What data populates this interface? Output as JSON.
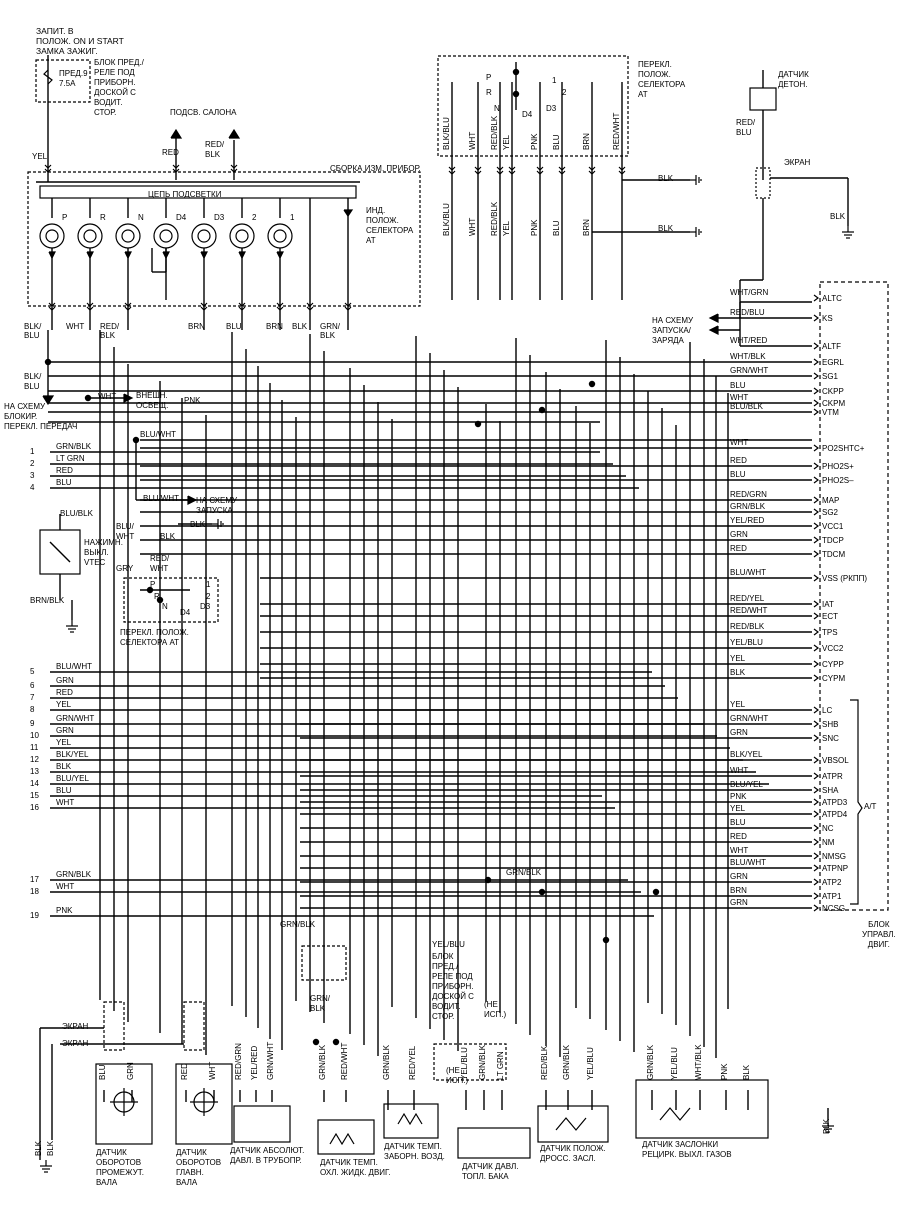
{
  "top_left": {
    "ign": "ЗАПИТ. В\nПОЛОЖ. ON И START\nЗАМКА ЗАЖИГ.",
    "fuse_label": "ПРЕД.9\n7.5A",
    "fuse_block": "БЛОК ПРЕД./\nРЕЛЕ ПОД\nПРИБОРН.\nДОСКОЙ С\nВОДИТ.\nСТОР.",
    "yel": "YEL",
    "salon": "ПОДСВ. САЛОНА",
    "red": "RED",
    "red_blk": "RED/\nBLK"
  },
  "cluster": {
    "title": "СБОРКА ИЗМ. ПРИБОР.",
    "backlight": "ЦЕПЬ ПОДСВЕТКИ",
    "indicator": "ИНД.\nПОЛОЖ.\nСЕЛЕКТОРА\nАТ",
    "lamps": [
      "P",
      "R",
      "N",
      "D4",
      "D3",
      "2",
      "1"
    ],
    "wires": [
      "BLK/\nBLU",
      "WHT",
      "RED/\nBLK",
      "BRN",
      "BLU",
      "BRN",
      "BLK",
      "GRN/\nBLK"
    ]
  },
  "selector_top": {
    "title": "ПЕРЕКЛ.\nПОЛОЖ.\nСЕЛЕКТОРА\nАТ",
    "pins": [
      "P",
      "R",
      "N",
      "D4",
      "D3",
      "1",
      "2"
    ],
    "wires": [
      "BLK/BLU",
      "WHT",
      "RED/BLK",
      "YEL",
      "PNK",
      "BLU",
      "BRN",
      "RED/WHT"
    ],
    "lower": [
      "BLK/BLU",
      "WHT",
      "RED/BLK",
      "YEL",
      "PNK",
      "BLU",
      "BRN"
    ],
    "blk": "BLK"
  },
  "knock": {
    "title": "ДАТЧИК\nДЕТОН.",
    "wire": "RED/\nBLU",
    "screen": "ЭКРАН",
    "blk": "BLK"
  },
  "left_mid": {
    "blk_blu": "BLK/\nBLU",
    "to_interlock": "НА СХЕМУ\nБЛОКИР.\nПЕРЕКЛ. ПЕРЕДАЧ",
    "wht": "WHT",
    "ext_light": "ВНЕШН.\nОСВЕЩ.",
    "pnk": "PNK",
    "blu_wht": "BLU/WHT",
    "blu_wht2": "BLU/WHT",
    "to_start": "НА СХЕМУ\nЗАПУСКА",
    "blu_blk": "BLU/BLK",
    "blu_wht3": "BLU/\nWHT",
    "vtec": "НАЖИМН.\nВЫКЛ.\nVTEC",
    "brn_blk": "BRN/BLK",
    "blk": "BLK",
    "red_wht": "RED/\nWHT",
    "gry": "GRY",
    "sel2_title": "ПЕРЕКЛ. ПОЛОЖ.\nСЕЛЕКТОРА АТ",
    "sel2_pins": [
      "P",
      "R",
      "N",
      "D4",
      "1",
      "2",
      "D3"
    ]
  },
  "numbered_wires": [
    {
      "n": "1",
      "label": "GRN/BLK"
    },
    {
      "n": "2",
      "label": "LT GRN"
    },
    {
      "n": "3",
      "label": "RED"
    },
    {
      "n": "4",
      "label": "BLU"
    },
    {
      "n": "5",
      "label": "BLU/WHT"
    },
    {
      "n": "6",
      "label": "GRN"
    },
    {
      "n": "7",
      "label": "RED"
    },
    {
      "n": "8",
      "label": "YEL"
    },
    {
      "n": "9",
      "label": "GRN/WHT"
    },
    {
      "n": "10",
      "label": "GRN"
    },
    {
      "n": "11",
      "label": "YEL"
    },
    {
      "n": "12",
      "label": "BLK/YEL"
    },
    {
      "n": "13",
      "label": "BLK"
    },
    {
      "n": "14",
      "label": "BLU/YEL"
    },
    {
      "n": "15",
      "label": "BLU"
    },
    {
      "n": "16",
      "label": "WHT"
    },
    {
      "n": "17",
      "label": "GRN/BLK"
    },
    {
      "n": "18",
      "label": "WHT"
    },
    {
      "n": "19",
      "label": "PNK"
    }
  ],
  "ecu": {
    "title": "БЛОК\nУПРАВЛ.\nДВИГ.",
    "start_charge": "НА СХЕМУ\nЗАПУСКА/\nЗАРЯДА",
    "at": "A/T",
    "pins": [
      {
        "wire": "WHT/GRN",
        "pin": "ALTC"
      },
      {
        "wire": "RED/BLU",
        "pin": "KS"
      },
      {
        "wire": "WHT/RED",
        "pin": "ALTF"
      },
      {
        "wire": "WHT/BLK",
        "pin": "EGRL"
      },
      {
        "wire": "GRN/WHT",
        "pin": "SG1"
      },
      {
        "wire": "BLU",
        "pin": "CKPP"
      },
      {
        "wire": "WHT",
        "pin": "CKPM"
      },
      {
        "wire": "BLU/BLK",
        "pin": "VTM"
      },
      {
        "wire": "WHT",
        "pin": "PO2SHTC+"
      },
      {
        "wire": "RED",
        "pin": "PHO2S+"
      },
      {
        "wire": "BLU",
        "pin": "PHO2S–"
      },
      {
        "wire": "RED/GRN",
        "pin": "MAP"
      },
      {
        "wire": "GRN/BLK",
        "pin": "SG2"
      },
      {
        "wire": "YEL/RED",
        "pin": "VCC1"
      },
      {
        "wire": "GRN",
        "pin": "TDCP"
      },
      {
        "wire": "RED",
        "pin": "TDCM"
      },
      {
        "wire": "BLU/WHT",
        "pin": "VSS (РКПП)"
      },
      {
        "wire": "RED/YEL",
        "pin": "IAT"
      },
      {
        "wire": "RED/WHT",
        "pin": "ECT"
      },
      {
        "wire": "RED/BLK",
        "pin": "TPS"
      },
      {
        "wire": "YEL/BLU",
        "pin": "VCC2"
      },
      {
        "wire": "YEL",
        "pin": "CYPP"
      },
      {
        "wire": "BLK",
        "pin": "CYPM"
      },
      {
        "wire": "YEL",
        "pin": "LC"
      },
      {
        "wire": "GRN/WHT",
        "pin": "SHB"
      },
      {
        "wire": "GRN",
        "pin": "SNC"
      },
      {
        "wire": "BLK/YEL",
        "pin": "VBSOL"
      },
      {
        "wire": "WHT",
        "pin": "ATPR"
      },
      {
        "wire": "BLU/YEL",
        "pin": "SHA"
      },
      {
        "wire": "PNK",
        "pin": "ATPD3"
      },
      {
        "wire": "YEL",
        "pin": "ATPD4"
      },
      {
        "wire": "BLU",
        "pin": "NC"
      },
      {
        "wire": "RED",
        "pin": "NM"
      },
      {
        "wire": "WHT",
        "pin": "NMSG"
      },
      {
        "wire": "BLU/WHT",
        "pin": "ATPNP"
      },
      {
        "wire": "GRN",
        "pin": "ATP2"
      },
      {
        "wire": "BRN",
        "pin": "ATP1"
      },
      {
        "wire": "GRN",
        "pin": "NCSG"
      }
    ]
  },
  "bottom": {
    "grn_blk_mid": "GRN/BLK",
    "grn_blk_left": "GRN/BLK",
    "grn_blk_v": "GRN/\nBLK",
    "screen1": "ЭКРАН",
    "screen2": "ЭКРАН",
    "fuse2_wire": "YEL/BLU",
    "fuse2_block": "БЛОК\nПРЕД./\nРЕЛЕ ПОД\nПРИБОРН.\nДОСКОЙ С\nВОДИТ.\nСТОР.",
    "not_used": "(НЕ\nИСП.)",
    "not_used2": "(НЕ\nИСП.)",
    "sensors": [
      {
        "name": "ДАТЧИК\nОБОРОТОВ\nПРОМЕЖУТ.\nВАЛА",
        "wires": [
          "BLU",
          "GRN"
        ]
      },
      {
        "name": "ДАТЧИК\nОБОРОТОВ\nГЛАВН.\nВАЛА",
        "wires": [
          "RED",
          "WHT"
        ]
      },
      {
        "name": "ДАТЧИК АБСОЛЮТ.\nДАВЛ. В ТРУБОПР.",
        "wires": [
          "RED/GRN",
          "YEL/RED",
          "GRN/WHT"
        ]
      },
      {
        "name": "ДАТЧИК ТЕМП.\nОХЛ. ЖИДК. ДВИГ.",
        "wires": [
          "GRN/BLK",
          "RED/WHT"
        ]
      },
      {
        "name": "ДАТЧИК ТЕМП.\nЗАБОРН. ВОЗД.",
        "wires": [
          "GRN/BLK",
          "RED/YEL"
        ]
      },
      {
        "name": "ДАТЧИК ДАВЛ.\nТОПЛ. БАКА",
        "wires": [
          "YEL/BLU",
          "GRN/BLK",
          "LT GRN"
        ]
      },
      {
        "name": "ДАТЧИК ПОЛОЖ.\nДРОСС. ЗАСЛ.",
        "wires": [
          "RED/BLK",
          "GRN/BLK",
          "YEL/BLU"
        ]
      },
      {
        "name": "ДАТЧИК ЗАСЛОНКИ\nРЕЦИРК. ВЫХЛ. ГАЗОВ",
        "wires": [
          "GRN/BLK",
          "YEL/BLU",
          "WHT/BLK",
          "PNK",
          "BLK"
        ]
      }
    ],
    "blk_left": "BLK",
    "blk_left2": "BLK",
    "blk_right": "BLK",
    "grn_blk_a": "GRN/BLK",
    "grn_blk_b": "GRN/BLK"
  }
}
